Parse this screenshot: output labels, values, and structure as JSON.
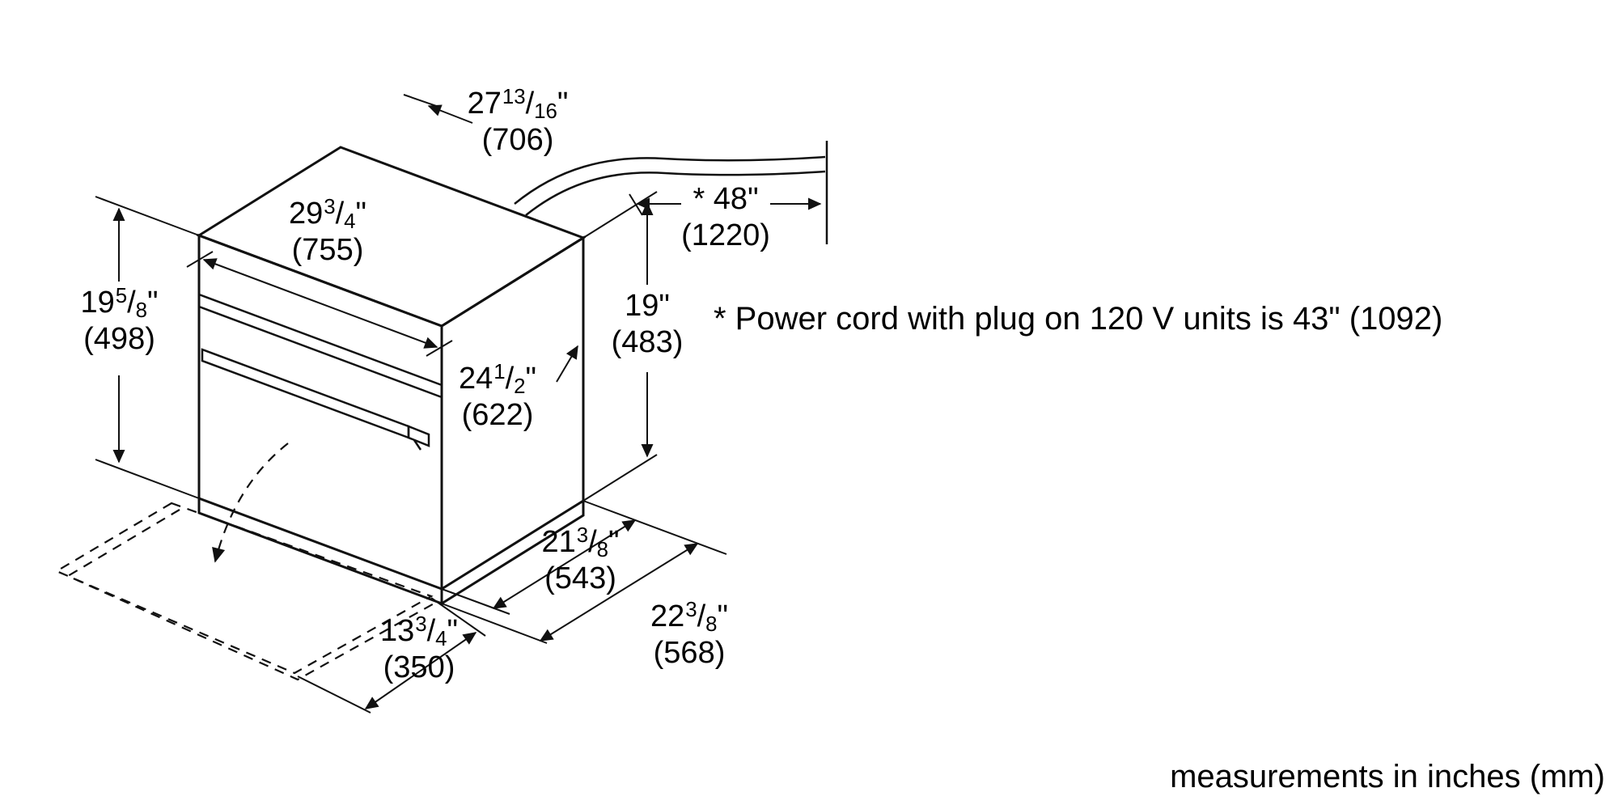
{
  "labels": {
    "slash": "/",
    "note": "* Power cord with plug on 120 V units is 43\" (1092)",
    "footer": "measurements in inches (mm)"
  },
  "dims": {
    "top_width": {
      "whole": "27",
      "num": "13",
      "den": "16",
      "unit": "\"",
      "mm": "(706)"
    },
    "front_width": {
      "whole": "29",
      "num": "3",
      "den": "4",
      "unit": "\"",
      "mm": "(755)"
    },
    "cord": {
      "whole": "* 48",
      "unit": "\"",
      "mm": "(1220)"
    },
    "left_height": {
      "whole": "19",
      "num": "5",
      "den": "8",
      "unit": "\"",
      "mm": "(498)"
    },
    "right_height": {
      "whole": "19",
      "unit": "\"",
      "mm": "(483)"
    },
    "mid_depth": {
      "whole": "24",
      "num": "1",
      "den": "2",
      "unit": "\"",
      "mm": "(622)"
    },
    "inner_depth": {
      "whole": "21",
      "num": "3",
      "den": "8",
      "unit": "\"",
      "mm": "(543)"
    },
    "outer_depth": {
      "whole": "22",
      "num": "3",
      "den": "8",
      "unit": "\"",
      "mm": "(568)"
    },
    "door_open": {
      "whole": "13",
      "num": "3",
      "den": "4",
      "unit": "\"",
      "mm": "(350)"
    }
  }
}
